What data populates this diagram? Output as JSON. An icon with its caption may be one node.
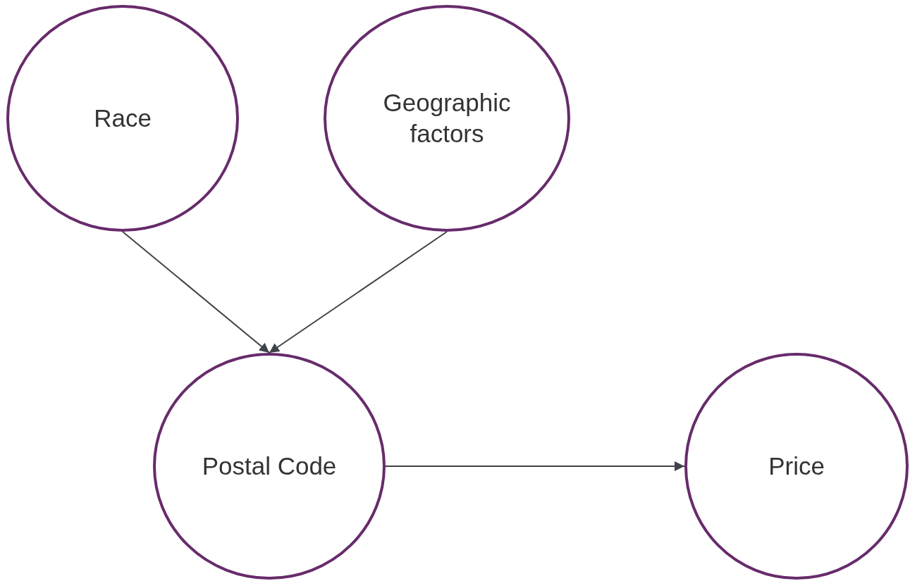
{
  "diagram": {
    "nodes": [
      {
        "text": [
          "Race"
        ]
      },
      {
        "text": [
          "Geographic factors"
        ]
      },
      {
        "text": [
          "Postal Code"
        ]
      },
      {
        "text": [
          "Price"
        ]
      }
    ],
    "edges": [
      {
        "from": 0,
        "to": 2,
        "arrow": "to"
      },
      {
        "from": 1,
        "to": 2,
        "arrow": "to"
      },
      {
        "from": 2,
        "to": 3,
        "arrow": "to"
      }
    ]
  }
}
